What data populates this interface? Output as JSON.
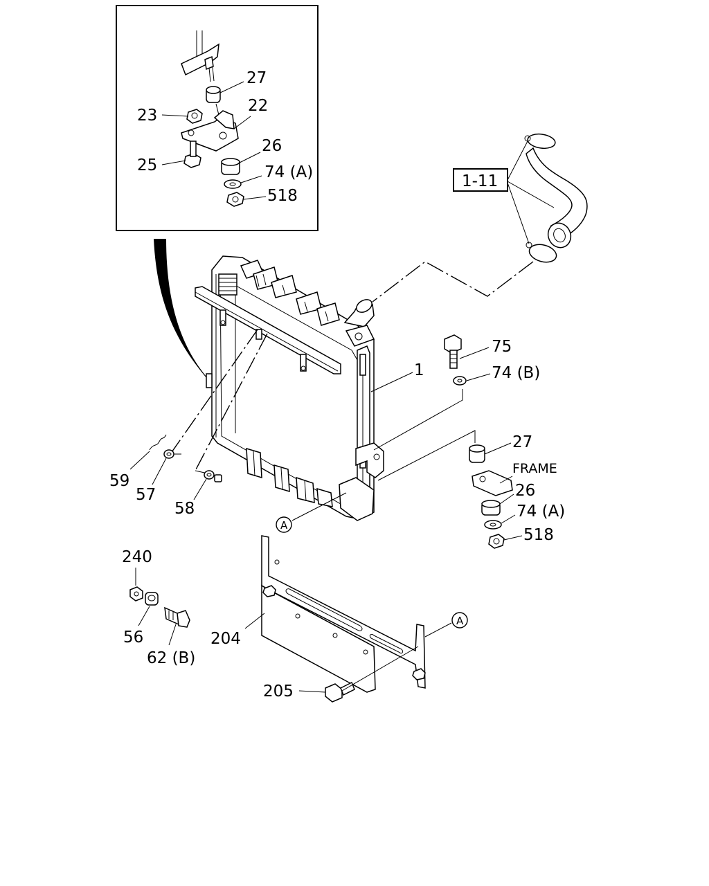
{
  "diagram": {
    "labels": {
      "p27_top": "27",
      "p22": "22",
      "p23": "23",
      "p26_top": "26",
      "p25": "25",
      "p74a_top": "74 (A)",
      "p518_top": "518",
      "p1_11": "1-11",
      "p75": "75",
      "p74b": "74 (B)",
      "p1": "1",
      "p27": "27",
      "frame": "FRAME",
      "p26": "26",
      "p74a": "74 (A)",
      "p518": "518",
      "p59": "59",
      "p57": "57",
      "p58": "58",
      "p240": "240",
      "p56": "56",
      "p62b": "62 (B)",
      "p204": "204",
      "p205": "205",
      "callout_a1": "A",
      "callout_a2": "A"
    }
  }
}
